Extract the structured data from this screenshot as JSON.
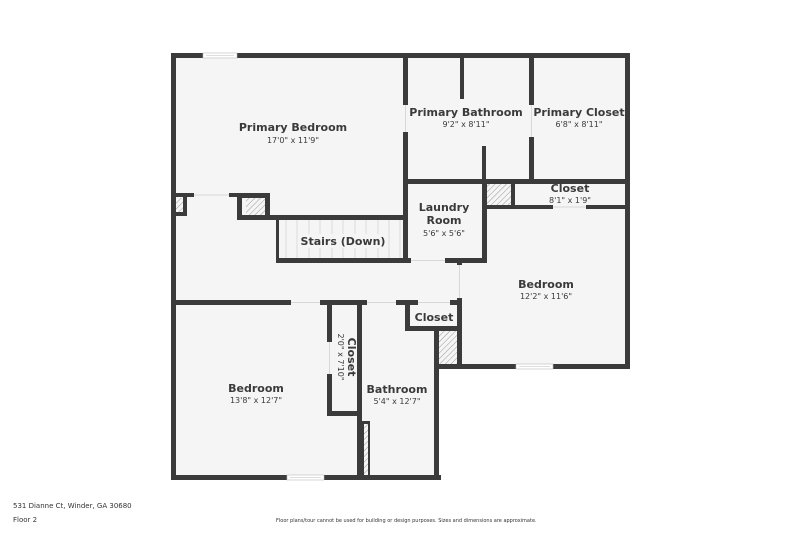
{
  "colors": {
    "wall": "#3b3b3b",
    "floor": "#f5f5f5",
    "opening": "#ffffff",
    "hatch": "#9a9a9a",
    "text": "#3a3a3a"
  },
  "rooms": [
    {
      "name": "Primary Bedroom",
      "dimensions": "17'0\" x 11'9\""
    },
    {
      "name": "Primary Bathroom",
      "dimensions": "9'2\" x 8'11\""
    },
    {
      "name": "Primary Closet",
      "dimensions": "6'8\" x 8'11\""
    },
    {
      "name": "Closet",
      "dimensions": "8'1\" x 1'9\""
    },
    {
      "name_line1": "Laundry",
      "name_line2": "Room",
      "dimensions": "5'6\" x 5'6\""
    },
    {
      "name": "Stairs (Down)"
    },
    {
      "name": "Bedroom",
      "dimensions": "12'2\" x 11'6\""
    },
    {
      "name": "Closet"
    },
    {
      "name": "Closet",
      "dimensions": "2'0\" x 7'10\""
    },
    {
      "name": "Bedroom",
      "dimensions": "13'8\" x 12'7\""
    },
    {
      "name": "Bathroom",
      "dimensions": "5'4\" x 12'7\""
    }
  ],
  "footer": {
    "address": "531 Dianne Ct, Winder, GA 30680",
    "floor": "Floor 2",
    "disclaimer": "Floor plans/tour cannot be used for building or design purposes. Sizes and dimensions are approximate."
  }
}
